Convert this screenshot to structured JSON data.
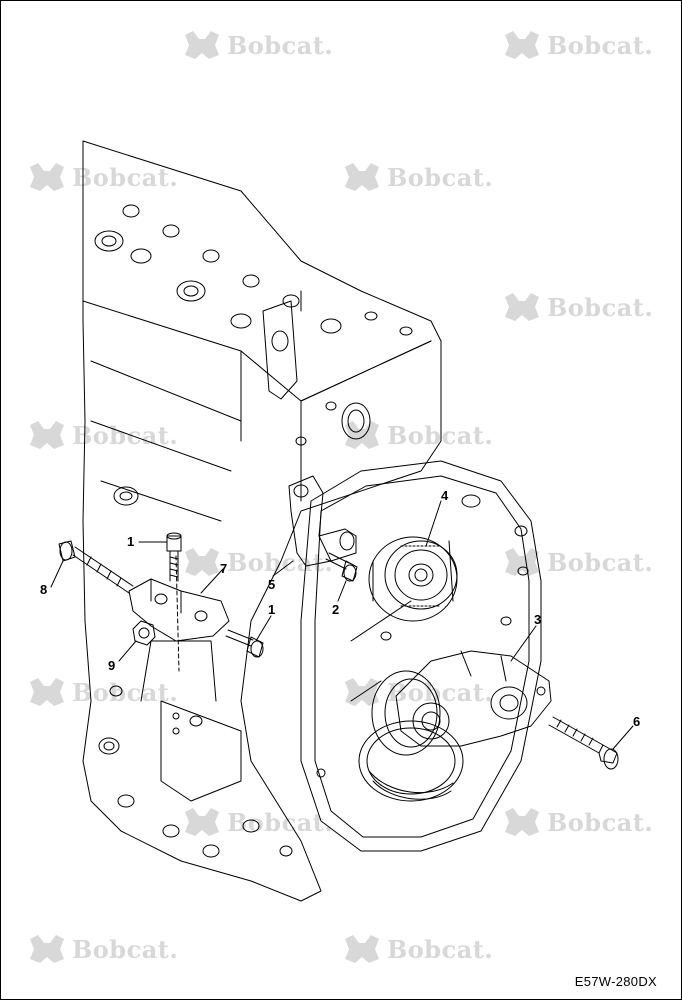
{
  "callouts": {
    "c1a": "1",
    "c1b": "1",
    "c2": "2",
    "c3": "3",
    "c4": "4",
    "c5": "5",
    "c6": "6",
    "c7": "7",
    "c8": "8",
    "c9": "9"
  },
  "watermark": {
    "text": "Bobcat."
  },
  "drawing_code": "E57W-280DX",
  "colors": {
    "line": "#000000",
    "watermark": "#d8d8d8",
    "background": "#ffffff"
  }
}
